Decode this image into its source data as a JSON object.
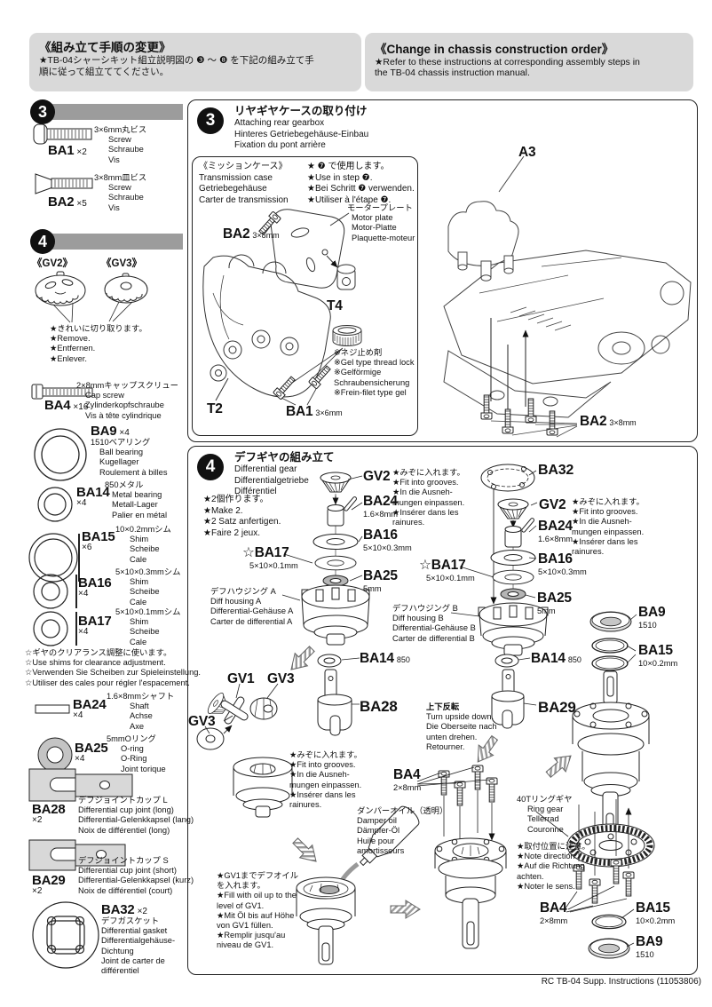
{
  "header": {
    "left": {
      "title": "《組み立て手順の変更》",
      "line1": "★TB-04シャーシキット組立説明図の ❸ ～ ❽ を下記の組み立て手",
      "line2": "順に従って組立ててください。"
    },
    "right": {
      "title": "《Change in chassis construction order》",
      "line1": "★Refer to these instructions at corresponding assembly steps in",
      "line2": "the TB-04 chassis instruction manual."
    }
  },
  "sidebar": {
    "sec3": "3",
    "sec4": "4",
    "ba1": {
      "id": "BA1",
      "qty": "×2",
      "d0": "3×6mm丸ビス",
      "d1": "Screw",
      "d2": "Schraube",
      "d3": "Vis"
    },
    "ba2": {
      "id": "BA2",
      "qty": "×5",
      "d0": "3×8mm皿ビス",
      "d1": "Screw",
      "d2": "Schraube",
      "d3": "Vis"
    },
    "gv2": "《GV2》",
    "gv3": "《GV3》",
    "gvnote": [
      "★きれいに切り取ります。",
      "★Remove.",
      "★Entfernen.",
      "★Enlever."
    ],
    "ba4": {
      "id": "BA4",
      "qty": "×16",
      "d0": "2×8mmキャップスクリュー",
      "d1": "Cap screw",
      "d2": "Zylinderkopfschraube",
      "d3": "Vis à tête cylindrique"
    },
    "ba9": {
      "id": "BA9",
      "qty": "×4",
      "d0": "1510ベアリング",
      "d1": "Ball bearing",
      "d2": "Kugellager",
      "d3": "Roulement à billes"
    },
    "ba14": {
      "id": "BA14",
      "qty": "×4",
      "d0": "850メタル",
      "d1": "Metal bearing",
      "d2": "Metall-Lager",
      "d3": "Palier en métal"
    },
    "ba15": {
      "id": "BA15",
      "qty": "×6",
      "d0": "10×0.2mmシム",
      "d1": "Shim",
      "d2": "Scheibe",
      "d3": "Cale"
    },
    "ba16": {
      "id": "BA16",
      "qty": "×4",
      "d0": "5×10×0.3mmシム",
      "d1": "Shim",
      "d2": "Scheibe",
      "d3": "Cale"
    },
    "ba17": {
      "id": "BA17",
      "qty": "×4",
      "d0": "5×10×0.1mmシム",
      "d1": "Shim",
      "d2": "Scheibe",
      "d3": "Cale"
    },
    "shimnote": [
      "☆ギヤのクリアランス調整に使います。",
      "☆Use shims for clearance adjustment.",
      "☆Verwenden Sie Scheiben zur Spieleinstellung.",
      "☆Utiliser des cales pour régler l'espacement."
    ],
    "ba24": {
      "id": "BA24",
      "qty": "×4",
      "d0": "1.6×8mmシャフト",
      "d1": "Shaft",
      "d2": "Achse",
      "d3": "Axe"
    },
    "ba25": {
      "id": "BA25",
      "qty": "×4",
      "d0": "5mmOリング",
      "d1": "O-ring",
      "d2": "O-Ring",
      "d3": "Joint torique"
    },
    "ba28": {
      "id": "BA28",
      "qty": "×2",
      "d0": "デフジョイントカップ L",
      "d1": "Differential cup joint (long)",
      "d2": "Differential-Gelenkkapsel (lang)",
      "d3": "Noix de différentiel (long)"
    },
    "ba29": {
      "id": "BA29",
      "qty": "×2",
      "d0": "デフジョイントカップ S",
      "d1": "Differential cup joint (short)",
      "d2": "Differential-Gelenkkapsel (kurz)",
      "d3": "Noix de différentiel (court)"
    },
    "ba32": {
      "id": "BA32",
      "qty": "×2",
      "d0": "デフガスケット",
      "d1": "Differential gasket",
      "d2": "Differentialgehäuse-",
      "d3": "Dichtung",
      "d4": "Joint de carter de",
      "d5": "différentiel"
    }
  },
  "step3": {
    "num": "3",
    "title": [
      "リヤギヤケースの取り付け",
      "Attaching rear gearbox",
      "Hinteres Getriebegehäuse-Einbau",
      "Fixation du pont arrière"
    ],
    "case_label": [
      "《ミッションケース》",
      "Transmission case",
      "Getriebegehäuse",
      "Carter de transmission"
    ],
    "use_note": [
      "★ ❼ で使用します。",
      "★Use in step ❼.",
      "★Bei Schritt ❼ verwenden.",
      "★Utiliser à l'étape ❼."
    ],
    "ba2_id": "BA2",
    "ba2_size": "3×8mm",
    "motor_plate": [
      "モータープレート",
      "Motor plate",
      "Motor-Platte",
      "Plaquette-moteur"
    ],
    "t4": "T4",
    "t2": "T2",
    "ba1_id": "BA1",
    "ba1_size": "3×6mm",
    "threadlock": [
      "※ネジ止め剤",
      "※Gel type thread lock",
      "※Gelförmige",
      "Schraubensicherung",
      "※Frein-filet type gel"
    ],
    "a3": "A3"
  },
  "step4": {
    "num": "4",
    "title": [
      "デフギヤの組み立て",
      "Differential gear",
      "Differentialgetriebe",
      "Différentiel"
    ],
    "make_note": [
      "★2個作ります。",
      "★Make 2.",
      "★2 Satz anfertigen.",
      "★Faire 2 jeux."
    ],
    "grooves_note": [
      "★みぞに入れます。",
      "★Fit into grooves.",
      "★In die Ausneh-",
      "mungen einpassen.",
      "★Insérer dans les",
      "rainures."
    ],
    "gv1": "GV1",
    "gv2": "GV2",
    "gv3": "GV3",
    "ba24_id": "BA24",
    "ba24_size": "1.6×8mm",
    "ba16_id": "BA16",
    "ba16_size": "5×10×0.3mm",
    "ba17_id": "☆BA17",
    "ba17_size": "5×10×0.1mm",
    "ba25_id": "BA25",
    "ba25_size": "5mm",
    "housing_a": [
      "デフハウジング A",
      "Diff housing A",
      "Differential-Gehäuse A",
      "Carter de differential A"
    ],
    "housing_b": [
      "デフハウジング B",
      "Diff housing B",
      "Differential-Gehäuse B",
      "Carter de differential B"
    ],
    "ba14_id": "BA14",
    "ba14_size": "850",
    "ba28_id": "BA28",
    "ba29_id": "BA29",
    "ba32_id": "BA32",
    "upside_note": [
      "上下反転",
      "Turn upside down.",
      "Die Oberseite nach",
      "unten drehen.",
      "Retourner."
    ],
    "ba4_id": "BA4",
    "ba4_size": "2×8mm",
    "damper_oil": [
      "ダンパーオイル（透明）",
      "Damper oil",
      "Dämpfer-Öl",
      "Huile pour",
      "amortisseurs"
    ],
    "oil_note": [
      "★GV1までデフオイル",
      "を入れます。",
      "★Fill with oil up to the",
      "level of GV1.",
      "★Mit Öl bis auf Höhe",
      "von GV1 füllen.",
      "★Remplir jusqu'au",
      "niveau de GV1."
    ],
    "ring_gear": [
      "40Tリングギヤ",
      "Ring gear",
      "Tellerrad",
      "Couronne"
    ],
    "direction_note": [
      "★取付位置に注意。",
      "★Note direction.",
      "★Auf die Richtung",
      "achten.",
      "★Noter le sens."
    ],
    "ba9_id": "BA9",
    "ba9_size": "1510",
    "ba15_id": "BA15",
    "ba15_size": "10×0.2mm"
  },
  "footer": "RC TB-04 Supp. Instructions (11053806)"
}
